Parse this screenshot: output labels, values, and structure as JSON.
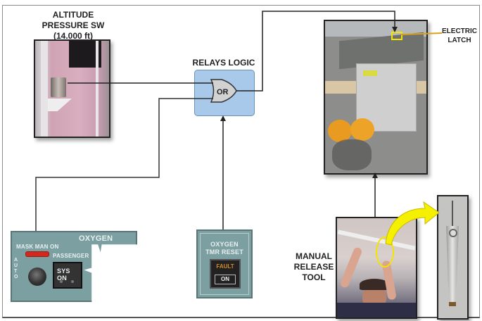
{
  "labels": {
    "altitude_switch": [
      "ALTITUDE",
      "PRESSURE SW",
      "(14.000 ft)"
    ],
    "relays_logic": "RELAYS LOGIC",
    "or_gate": "OR",
    "electric_latch": [
      "ELECTRIC",
      "LATCH"
    ],
    "manual_release_tool": [
      "MANUAL",
      "RELEASE",
      "TOOL"
    ]
  },
  "oxygen_panel": {
    "title": "OXYGEN",
    "mask_label": "MASK MAN ON",
    "auto_label": "AUTO",
    "passenger_label": "PASSENGER",
    "sys_on_label": "SYS ON"
  },
  "tmr_panel": {
    "title_line1": "OXYGEN",
    "title_line2": "TMR RESET",
    "fault_label": "FAULT",
    "on_label": "ON"
  },
  "colors": {
    "relay_box": "#a9c9ea",
    "panel": "#7c9fa1",
    "highlight": "#f4e400",
    "latch_leader": "#d9a21b",
    "wire": "#222222"
  }
}
